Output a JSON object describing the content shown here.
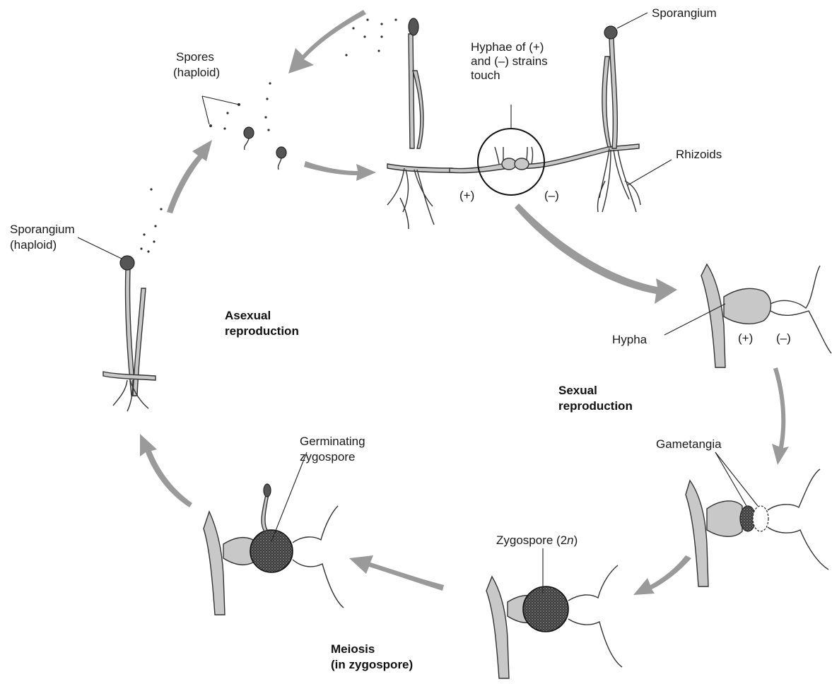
{
  "labels": {
    "sporangium_top": "Sporangium",
    "hyphae_touch_1": "Hyphae of (+)",
    "hyphae_touch_2": "and (–) strains",
    "hyphae_touch_3": "touch",
    "spores_1": "Spores",
    "spores_2": "(haploid)",
    "rhizoids": "Rhizoids",
    "plus_top": "(+)",
    "minus_top": "(–)",
    "sporangium_left_1": "Sporangium",
    "sporangium_left_2": "(haploid)",
    "asexual_1": "Asexual",
    "asexual_2": "reproduction",
    "hypha": "Hypha",
    "plus_right": "(+)",
    "minus_right": "(–)",
    "sexual_1": "Sexual",
    "sexual_2": "reproduction",
    "gametangia": "Gametangia",
    "germinating_1": "Germinating",
    "germinating_2": "zygospore",
    "zygospore_prefix": "Zygospore (2",
    "zygospore_n": "n",
    "zygospore_suffix": ")",
    "meiosis_1": "Meiosis",
    "meiosis_2": "(in zygospore)"
  }
}
